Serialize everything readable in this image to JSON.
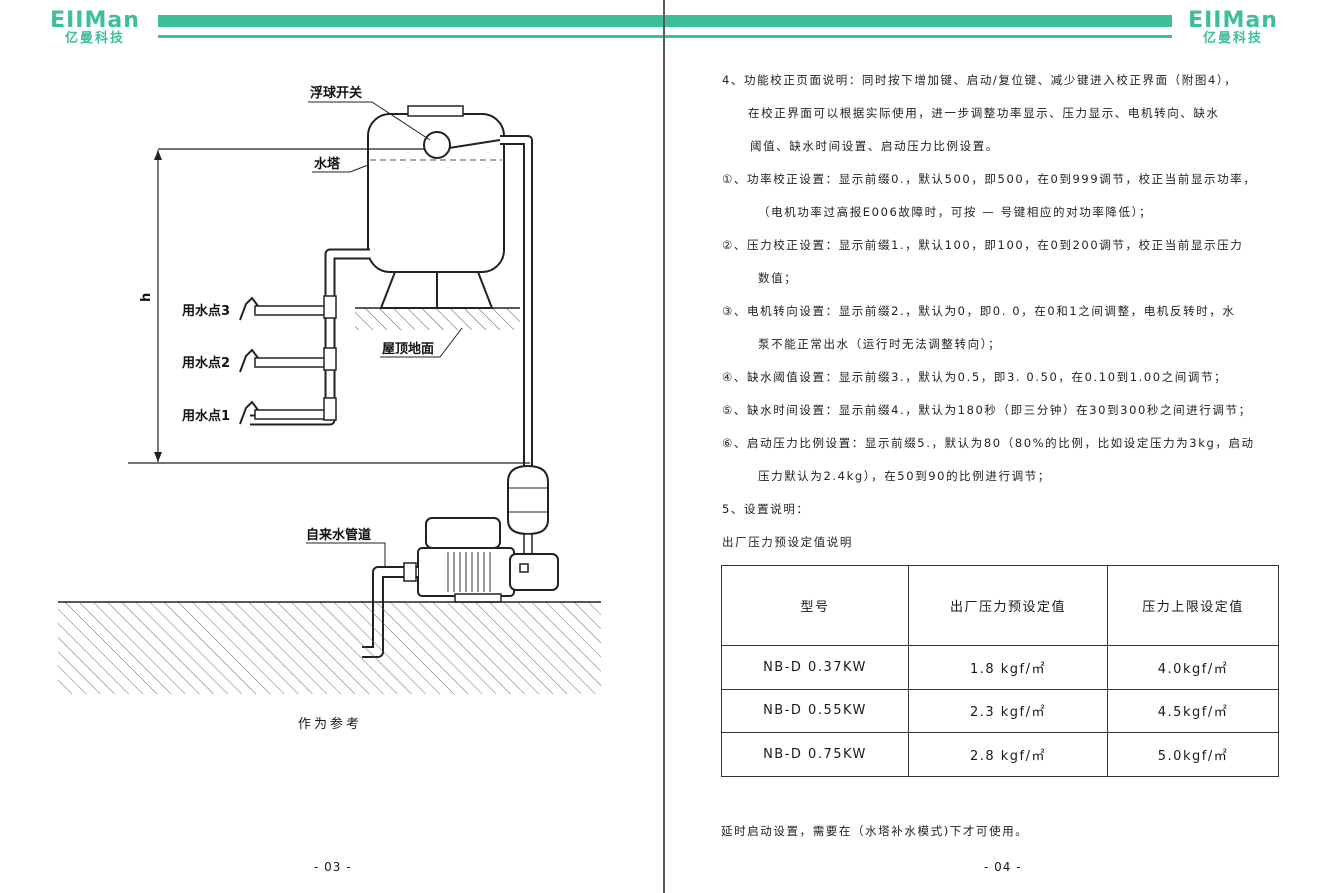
{
  "brand": {
    "name_en": "EIIMan",
    "name_cn": "亿曼科技",
    "color": "#3dbf9c"
  },
  "left_page": {
    "diagram_labels": {
      "float_switch": "浮球开关",
      "water_tower": "水塔",
      "outlet3": "用水点3",
      "outlet2": "用水点2",
      "outlet1": "用水点1",
      "roof": "屋顶地面",
      "mains": "自来水管道",
      "height": "h"
    },
    "caption": "作为参考",
    "page_number": "- 03 -"
  },
  "right_page": {
    "paragraphs": [
      "4、功能校正页面说明：同时按下增加键、启动/复位键、减少键进入校正界面（附图4），",
      "在校正界面可以根据实际使用，进一步调整功率显示、压力显示、电机转向、缺水",
      "阈值、缺水时间设置、启动压力比例设置。",
      "①、功率校正设置：显示前缀0.，默认500，即500，在0到999调节，校正当前显示功率，",
      "（电机功率过高报E006故障时，可按 — 号键相应的对功率降低）；",
      "②、压力校正设置：显示前缀1.，默认100，即100，在0到200调节，校正当前显示压力",
      "数值；",
      "③、电机转向设置：显示前缀2.，默认为0，即0. 0，在0和1之间调整，电机反转时，水",
      "泵不能正常出水（运行时无法调整转向）；",
      "④、缺水阈值设置：显示前缀3.，默认为0.5，即3. 0.50，在0.10到1.00之间调节；",
      "⑤、缺水时间设置：显示前缀4.，默认为180秒（即三分钟）在30到300秒之间进行调节；",
      "⑥、启动压力比例设置：显示前缀5.，默认为80（80%的比例，比如设定压力为3kg，启动",
      "压力默认为2.4kg），在50到90的比例进行调节；",
      "5、设置说明：",
      "出厂压力预设定值说明"
    ],
    "table": {
      "headers": [
        "型号",
        "出厂压力预设定值",
        "压力上限设定值"
      ],
      "rows": [
        [
          "NB-D 0.37KW",
          "1.8 kgf/㎡",
          "4.0kgf/㎡"
        ],
        [
          "NB-D 0.55KW",
          "2.3 kgf/㎡",
          "4.5kgf/㎡"
        ],
        [
          "NB-D 0.75KW",
          "2.8 kgf/㎡",
          "5.0kgf/㎡"
        ]
      ]
    },
    "note": "延时启动设置，需要在（水塔补水模式)下才可使用。",
    "page_number": "- 04 -"
  }
}
